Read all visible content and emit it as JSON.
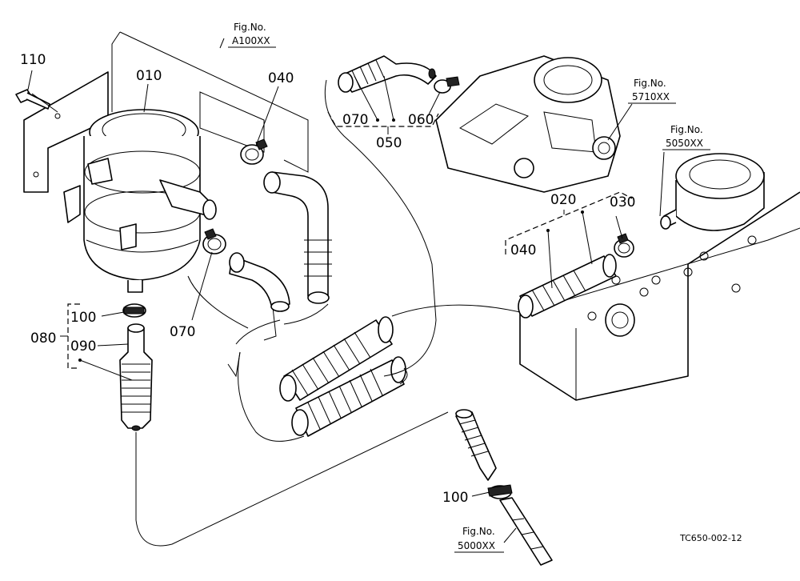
{
  "labels": {
    "p110": "110",
    "p010": "010",
    "p040a": "040",
    "p070a": "070",
    "p060": "060",
    "p050": "050",
    "p020": "020",
    "p030": "030",
    "p040b": "040",
    "p100a": "100",
    "p080": "080",
    "p090": "090",
    "p070b": "070",
    "p100b": "100"
  },
  "figrefs": {
    "a100": {
      "title": "Fig.No.",
      "number": "A100XX"
    },
    "f5710": {
      "title": "Fig.No.",
      "number": "5710XX"
    },
    "f5050": {
      "title": "Fig.No.",
      "number": "5050XX"
    },
    "f5000": {
      "title": "Fig.No.",
      "number": "5000XX"
    }
  },
  "drawing_code": "TC650-002-12"
}
